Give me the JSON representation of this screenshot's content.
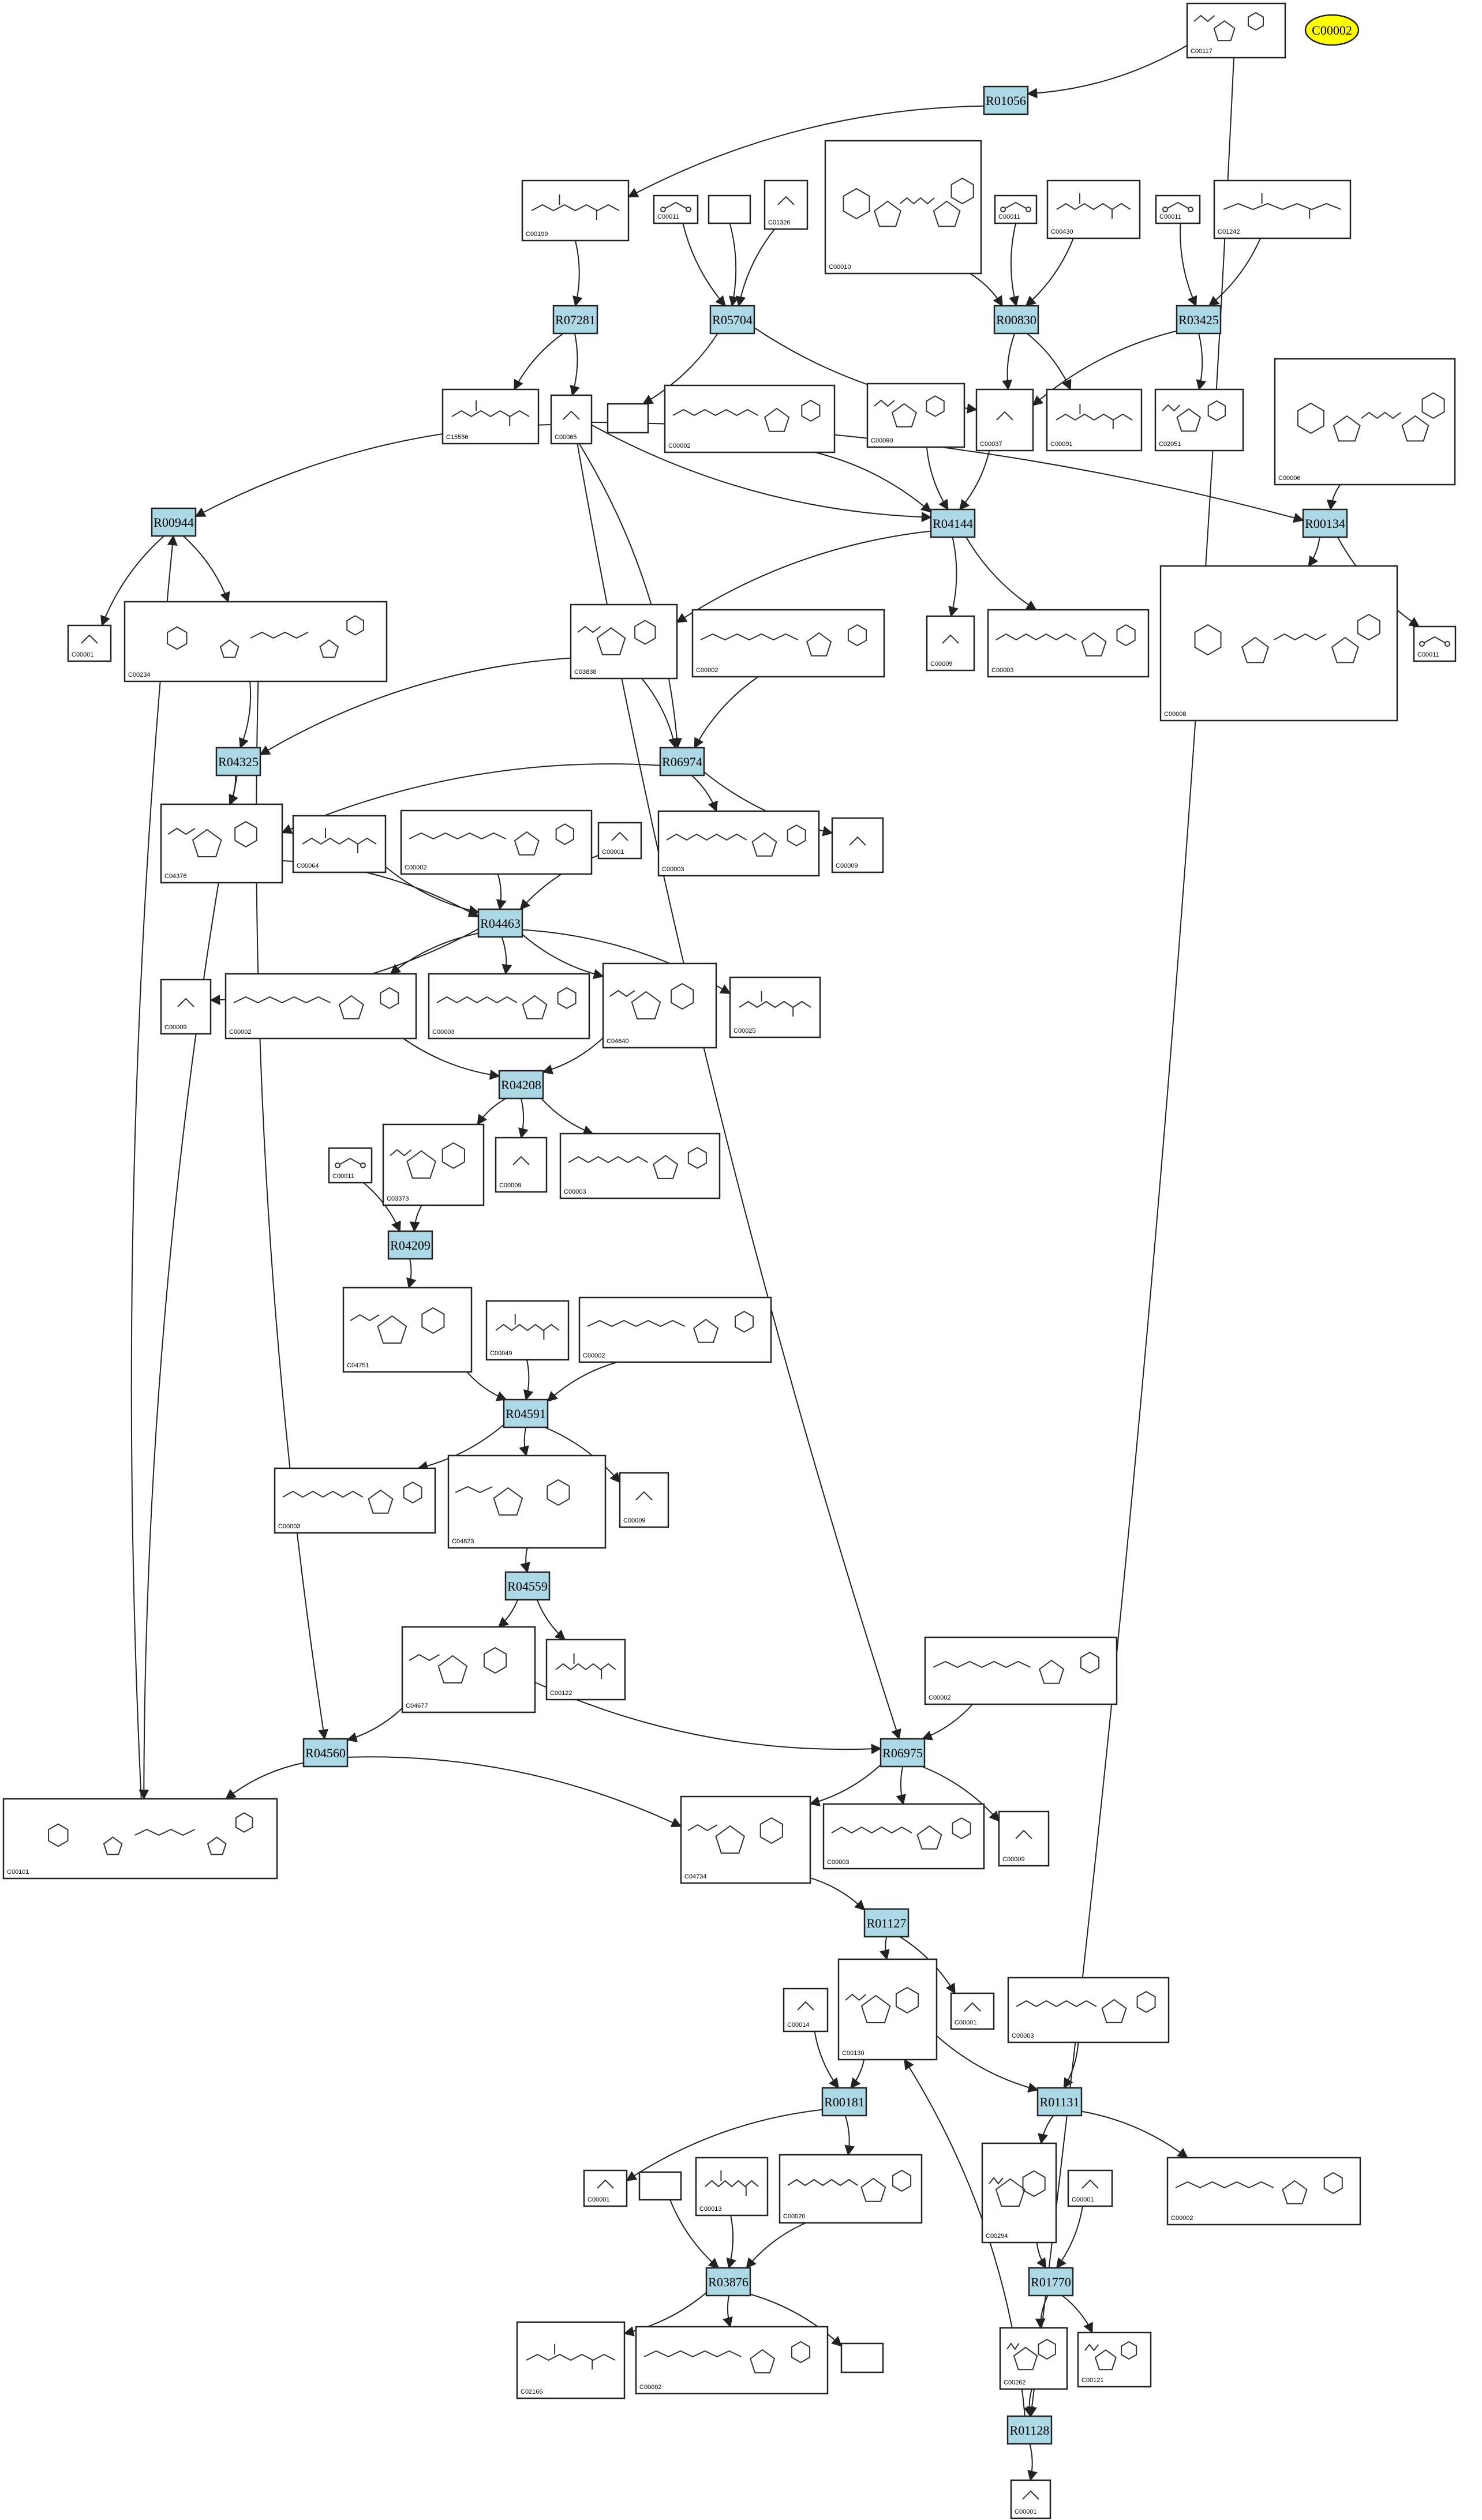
{
  "legend": {
    "label": "C00002",
    "color": "#ffff00"
  },
  "colors": {
    "reaction_fill": "#add8e6",
    "compound_fill": "#ffffff",
    "edge": "#222222"
  },
  "reactions": [
    {
      "id": "R01056",
      "label": "R01056"
    },
    {
      "id": "R07281",
      "label": "R07281"
    },
    {
      "id": "R05704",
      "label": "R05704"
    },
    {
      "id": "R00830",
      "label": "R00830"
    },
    {
      "id": "R03425",
      "label": "R03425"
    },
    {
      "id": "R00944",
      "label": "R00944"
    },
    {
      "id": "R04144",
      "label": "R04144"
    },
    {
      "id": "R00134",
      "label": "R00134"
    },
    {
      "id": "R04325",
      "label": "R04325"
    },
    {
      "id": "R06974",
      "label": "R06974"
    },
    {
      "id": "R04463",
      "label": "R04463"
    },
    {
      "id": "R04208",
      "label": "R04208"
    },
    {
      "id": "R04209",
      "label": "R04209"
    },
    {
      "id": "R04591",
      "label": "R04591"
    },
    {
      "id": "R04559",
      "label": "R04559"
    },
    {
      "id": "R04560",
      "label": "R04560"
    },
    {
      "id": "R06975",
      "label": "R06975"
    },
    {
      "id": "R01127",
      "label": "R01127"
    },
    {
      "id": "R00181",
      "label": "R00181"
    },
    {
      "id": "R01131",
      "label": "R01131"
    },
    {
      "id": "R03876",
      "label": "R03876"
    },
    {
      "id": "R01770",
      "label": "R01770"
    },
    {
      "id": "R01128",
      "label": "R01128"
    }
  ],
  "compounds": [
    {
      "id": "c1",
      "label": "C00117"
    },
    {
      "id": "c2",
      "label": "C00199"
    },
    {
      "id": "c3",
      "label": "C00011"
    },
    {
      "id": "c4",
      "label": ""
    },
    {
      "id": "c5",
      "label": "C01326"
    },
    {
      "id": "c6",
      "label": "C00010"
    },
    {
      "id": "c7",
      "label": "C00011"
    },
    {
      "id": "c8",
      "label": "C00430"
    },
    {
      "id": "c9",
      "label": "C00011"
    },
    {
      "id": "c10",
      "label": "C01242"
    },
    {
      "id": "c11",
      "label": "C15556"
    },
    {
      "id": "c12",
      "label": "C00065"
    },
    {
      "id": "c13",
      "label": ""
    },
    {
      "id": "c14",
      "label": "C00002"
    },
    {
      "id": "c15",
      "label": "C00090"
    },
    {
      "id": "c16",
      "label": "C00037"
    },
    {
      "id": "c17",
      "label": "C00091"
    },
    {
      "id": "c18",
      "label": "C02051"
    },
    {
      "id": "c19",
      "label": "C00006"
    },
    {
      "id": "c20",
      "label": "C00001"
    },
    {
      "id": "c21",
      "label": "C00234"
    },
    {
      "id": "c22",
      "label": "C03838"
    },
    {
      "id": "c23",
      "label": "C00002"
    },
    {
      "id": "c24",
      "label": "C00009"
    },
    {
      "id": "c25",
      "label": "C00003"
    },
    {
      "id": "c26",
      "label": "C00008"
    },
    {
      "id": "c27",
      "label": "C00011"
    },
    {
      "id": "c28",
      "label": "C04376"
    },
    {
      "id": "c29",
      "label": "C00064"
    },
    {
      "id": "c30",
      "label": "C00002"
    },
    {
      "id": "c31",
      "label": "C00001"
    },
    {
      "id": "c32",
      "label": "C00003"
    },
    {
      "id": "c33",
      "label": "C00009"
    },
    {
      "id": "c34",
      "label": "C00009"
    },
    {
      "id": "c35",
      "label": "C00002"
    },
    {
      "id": "c36",
      "label": "C00003"
    },
    {
      "id": "c37",
      "label": "C04640"
    },
    {
      "id": "c38",
      "label": "C00025"
    },
    {
      "id": "c39",
      "label": "C00011"
    },
    {
      "id": "c40",
      "label": "C03373"
    },
    {
      "id": "c41",
      "label": "C00009"
    },
    {
      "id": "c42",
      "label": "C00003"
    },
    {
      "id": "c43",
      "label": "C04751"
    },
    {
      "id": "c44",
      "label": "C00049"
    },
    {
      "id": "c45",
      "label": "C00002"
    },
    {
      "id": "c46",
      "label": "C00003"
    },
    {
      "id": "c47",
      "label": "C04823"
    },
    {
      "id": "c48",
      "label": "C00009"
    },
    {
      "id": "c49",
      "label": "C04677"
    },
    {
      "id": "c50",
      "label": "C00122"
    },
    {
      "id": "c51",
      "label": "C00002"
    },
    {
      "id": "c52",
      "label": "C00101"
    },
    {
      "id": "c53",
      "label": "C04734"
    },
    {
      "id": "c54",
      "label": "C00003"
    },
    {
      "id": "c55",
      "label": "C00009"
    },
    {
      "id": "c56",
      "label": "C00014"
    },
    {
      "id": "c57",
      "label": "C00130"
    },
    {
      "id": "c58",
      "label": "C00001"
    },
    {
      "id": "c59",
      "label": "C00003"
    },
    {
      "id": "c60",
      "label": "C00001"
    },
    {
      "id": "c61",
      "label": ""
    },
    {
      "id": "c62",
      "label": "C00013"
    },
    {
      "id": "c63",
      "label": "C00020"
    },
    {
      "id": "c64",
      "label": "C00294"
    },
    {
      "id": "c65",
      "label": "C00001"
    },
    {
      "id": "c66",
      "label": "C00002"
    },
    {
      "id": "c67",
      "label": "C02166"
    },
    {
      "id": "c68",
      "label": "C00002"
    },
    {
      "id": "c69",
      "label": ""
    },
    {
      "id": "c70",
      "label": "C00262"
    },
    {
      "id": "c71",
      "label": "C00121"
    },
    {
      "id": "c72",
      "label": "C00001"
    }
  ]
}
